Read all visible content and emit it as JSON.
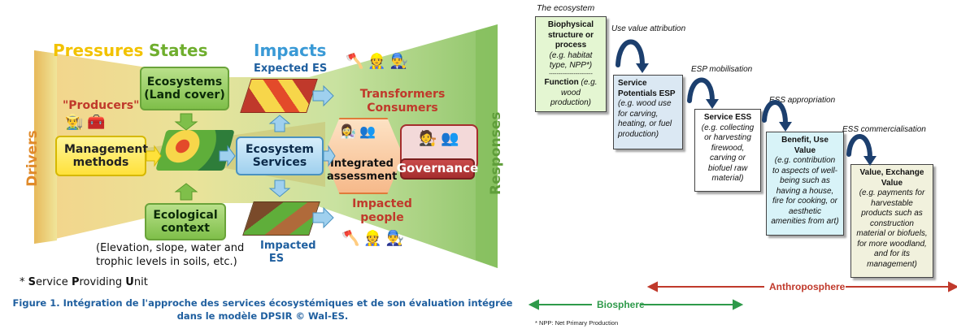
{
  "left": {
    "headers": {
      "pressures": "Pressures",
      "states": "States",
      "impacts": "Impacts"
    },
    "drivers": "Drivers",
    "responses": "Responses",
    "producers": "\"Producers\"",
    "management_methods": "Management methods",
    "ecosystems_land_cover": "Ecosystems (Land cover)",
    "ecosystem_services": "Ecosystem Services",
    "ecological_context": "Ecological context",
    "ecological_context_note": "(Elevation, slope, water and trophic levels in soils, etc.)",
    "expected_es": "Expected ES",
    "transformers_consumers": "Transformers Consumers",
    "integrated_assessment": "Integrated assessment",
    "governance": "Governance",
    "impacted_people": "Impacted people",
    "impacted_es": "Impacted ES",
    "footnote_prefix": "* ",
    "footnote_s": "S",
    "footnote_ervice": "ervice ",
    "footnote_p": "P",
    "footnote_roviding": "roviding ",
    "footnote_u": "U",
    "footnote_nit": "nit",
    "caption": "Figure 1. Intégration de l'approche des services écosystémiques et de son évaluation intégrée dans le modèle DPSIR © Wal-ES.",
    "colors": {
      "pressures": "#f2c200",
      "states": "#6fae2e",
      "impacts": "#3a9ad6",
      "red_text": "#c0392b",
      "caption": "#1f5f9f"
    }
  },
  "right": {
    "the_ecosystem": "The ecosystem",
    "step1": {
      "title": "Biophysical structure or process",
      "title_note": "(e.g. habitat type, NPP*)",
      "divider": "-----------------------",
      "func": "Function",
      "func_note": "(e.g. wood production)"
    },
    "step2": {
      "title": "Service Potentials ESP",
      "note": "(e.g. wood use for carving, heating, or fuel production)"
    },
    "step3": {
      "title": "Service ESS",
      "note": "(e.g. collecting or harvesting firewood, carving or biofuel raw material)"
    },
    "step4": {
      "title": "Benefit, Use Value",
      "note": "(e.g. contribution to aspects of well-being such as having a house, fire for cooking, or aesthetic amenities from art)"
    },
    "step5": {
      "title": "Value, Exchange Value",
      "note": "(e.g. payments for harvestable products such as construction material or biofuels, for more woodland, and for its management)"
    },
    "transitions": {
      "t1": "Use value attribution",
      "t2": "ESP mobilisation",
      "t3": "ESS appropriation",
      "t4": "ESS commercialisation"
    },
    "anthroposphere": "Anthroposphere",
    "biosphere": "Biosphere",
    "npp_note": "* NPP: Net Primary Production",
    "colors": {
      "step1": "#e4f6d2",
      "step2": "#dbe8f3",
      "step3": "#ffffff",
      "step4": "#d8f3f8",
      "step5": "#f1f1dd",
      "anthro": "#c0392b",
      "bio": "#2e9a4a",
      "curve": "#1c3f6e"
    }
  }
}
